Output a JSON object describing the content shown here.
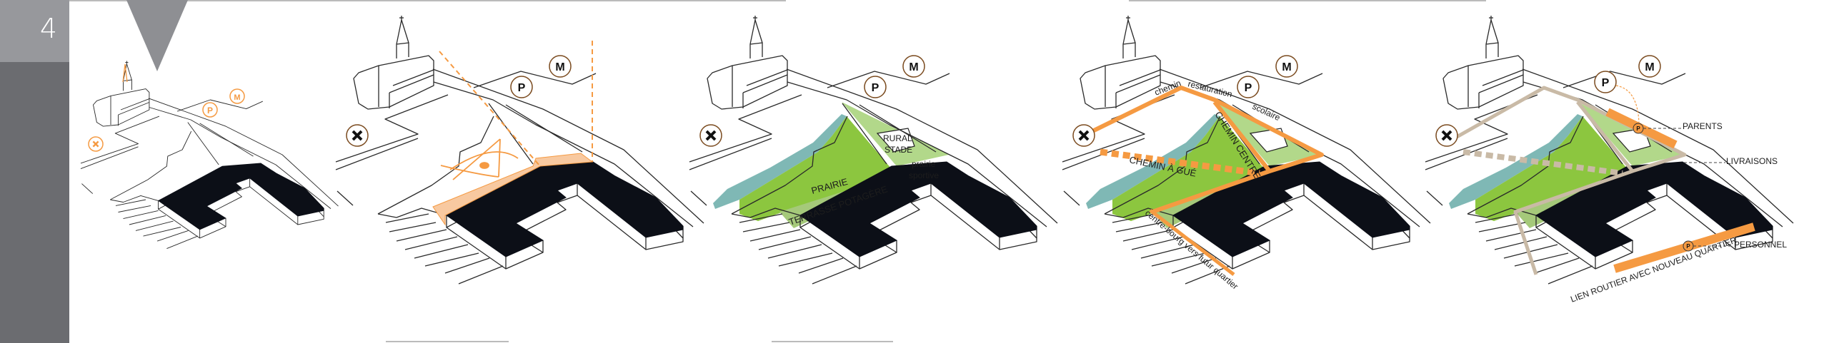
{
  "page": {
    "number": "4"
  },
  "colors": {
    "orange": "#f59a42",
    "green": "#8cc63f",
    "light_green": "#b2d88a",
    "teal": "#7fb8b5",
    "beige": "#c9baa6",
    "building": "#0c0f17",
    "side_light": "#97989c",
    "side_dark": "#6b6c70"
  },
  "icons": {
    "parking": "P",
    "metro": "M",
    "small_parking": "P"
  },
  "panel3": {
    "prairie": "PRAIRIE",
    "terrasse": "TERRASSE POTAGÈRE",
    "rural": "RURAL",
    "stade": "STADE",
    "prairie_small": "prairie",
    "sportive": "sportive"
  },
  "panel4": {
    "chemin": "chemin",
    "restauration": "restauration",
    "scolaire": "scolaire",
    "chemin_centre": "CHEMIN CENTRE",
    "chemin_gue": "CHEMIN À GUÉ",
    "centre_bourg": "centre-bourg vers futur quartier"
  },
  "panel5": {
    "parents": "PARENTS",
    "livraisons": "LIVRAISONS",
    "personnel": "PERSONNEL",
    "lien_routier": "LIEN ROUTIER AVEC NOUVEAU QUARTIER"
  }
}
